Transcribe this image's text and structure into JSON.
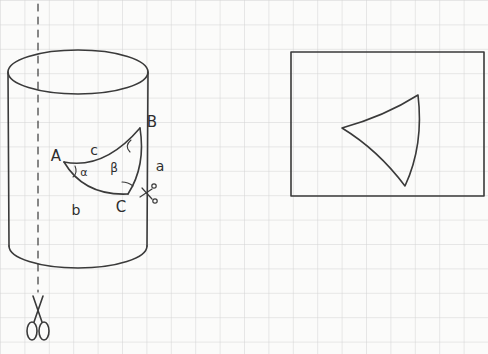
{
  "diagram": {
    "labels": [
      "A",
      "c",
      "B",
      "α",
      "β",
      "a",
      "b",
      "C"
    ]
  }
}
